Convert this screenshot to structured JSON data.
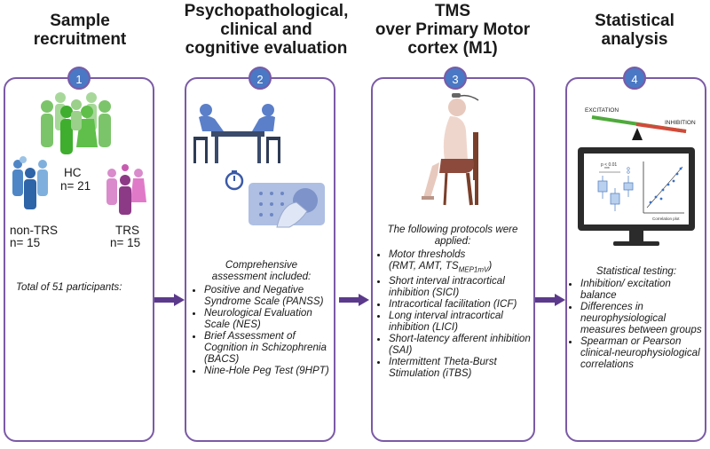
{
  "titles": {
    "t1": "Sample\nrecruitment",
    "t2": "Psychopathological,\nclinical and\ncognitive evaluation",
    "t3": "TMS\nover Primary Motor\ncortex (M1)",
    "t4": "Statistical\nanalysis"
  },
  "steps": [
    "1",
    "2",
    "3",
    "4"
  ],
  "panel1": {
    "hc_label": "HC",
    "hc_n": "n= 21",
    "nontrs_label": "non-TRS",
    "nontrs_n": "n= 15",
    "trs_label": "TRS",
    "trs_n": "n= 15",
    "total": "Total of 51 participants:"
  },
  "panel2": {
    "intro": "Comprehensive assessment included:",
    "items": [
      "Positive and Negative Syndrome Scale (PANSS)",
      "Neurological Evaluation Scale (NES)",
      "Brief Assessment of Cognition in Schizophrenia (BACS)",
      "Nine-Hole Peg Test (9HPT)"
    ]
  },
  "panel3": {
    "intro": "The following protocols were applied:",
    "item0_main": "Motor thresholds",
    "item0_detail": "(RMT, AMT, TS",
    "item0_sub": "MEP1mV",
    "item0_close": ")",
    "items": [
      "Short interval intracortical inhibition (SICI)",
      "Intracortical facilitation (ICF)",
      "Long interval intracortical inhibition (LICI)",
      "Short-latency afferent inhibition (SAI)",
      "Intermittent Theta-Burst Stimulation (iTBS)"
    ]
  },
  "panel4": {
    "excitation": "EXCITATION",
    "inhibition": "INHIBITION",
    "pvalue": "p < 0.01",
    "stars": "***",
    "corr_label": "Correlation plot",
    "intro": "Statistical testing:",
    "items": [
      "Inhibition/ excitation balance",
      "Differences in neurophysiological measures between groups",
      "Spearman or Pearson clinical-neurophysiological correlations"
    ]
  },
  "colors": {
    "panel_border": "#7b5aa6",
    "step_fill": "#4a78c4",
    "arrow": "#5b3a8c",
    "hc_green": "#5fbf4a",
    "blue_people": "#4f86c6",
    "pink_people": "#c85bb0"
  }
}
